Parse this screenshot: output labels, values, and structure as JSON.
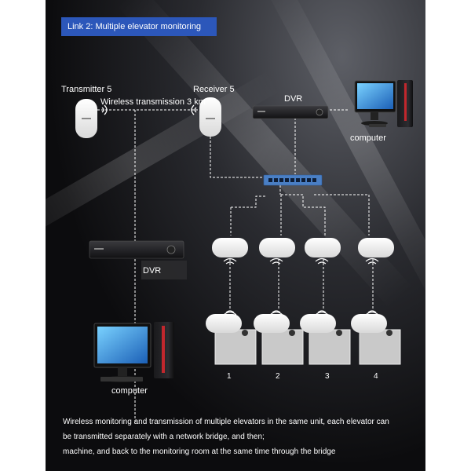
{
  "title": "Link 2: Multiple elevator monitoring",
  "transmitter_label": "Transmitter 5",
  "receiver_label": "Receiver 5",
  "wireless_label": "Wireless transmission 3 km",
  "dvr_top_label": "DVR",
  "dvr_left_label": "DVR",
  "computer_top_label": "computer",
  "computer_bottom_label": "computer",
  "elevators": [
    "1",
    "2",
    "3",
    "4"
  ],
  "footer": [
    "Wireless monitoring and transmission of multiple elevators in the same unit, each elevator can",
    "be transmitted separately with a network bridge, and then;",
    "machine, and back to the monitoring room at the same time through the bridge"
  ],
  "colors": {
    "badge": "#2c57ba",
    "switch": "#4a7fc4",
    "accent_red": "#c1272d"
  }
}
